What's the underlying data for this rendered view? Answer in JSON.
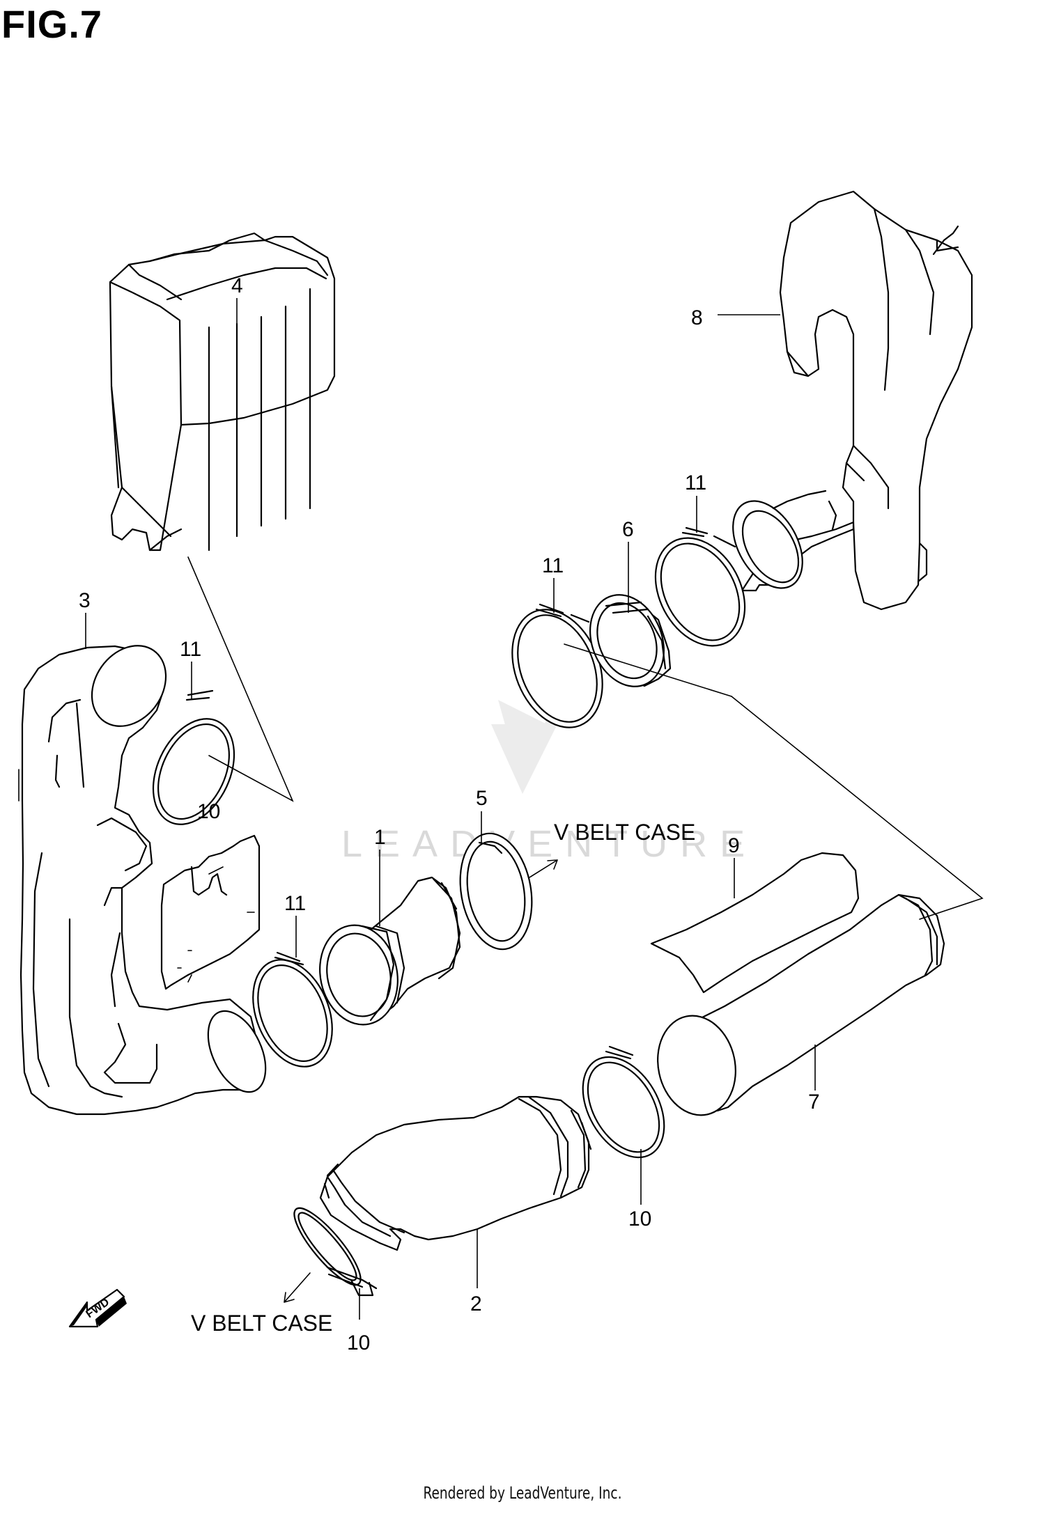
{
  "figure": {
    "title": "FIG.7",
    "footer": "Rendered by LeadVenture, Inc.",
    "watermark": "LEADVENTURE"
  },
  "callouts": {
    "c1": "1",
    "c2": "2",
    "c3": "3",
    "c4": "4",
    "c5": "5",
    "c6": "6",
    "c7": "7",
    "c8": "8",
    "c9": "9",
    "c10a": "10",
    "c10b": "10",
    "c10c": "10",
    "c11a": "11",
    "c11b": "11",
    "c11c": "11",
    "c11d": "11"
  },
  "notes": {
    "vbelt_upper": "V BELT CASE",
    "vbelt_lower": "V BELT CASE",
    "fwd": "FWD"
  },
  "colors": {
    "ink": "#000000",
    "watermark": "#d9d9d9"
  }
}
